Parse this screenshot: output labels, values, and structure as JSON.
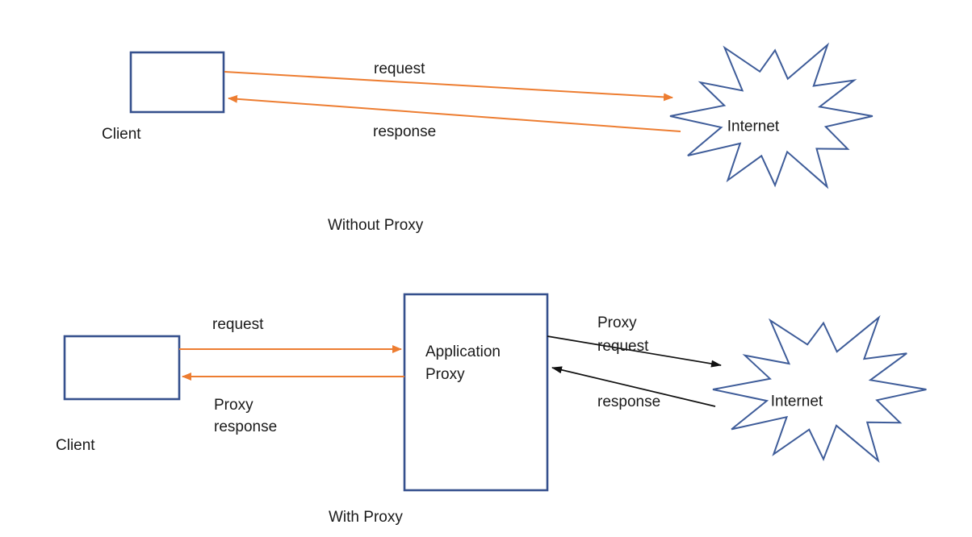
{
  "colors": {
    "arrow_orange": "#ED7D31",
    "arrow_black": "#111111",
    "box_outline_blue": "#35508D",
    "burst_outline_blue": "#3E5C99",
    "text": "#1A1A1A",
    "background": "#FFFFFF"
  },
  "without_proxy": {
    "caption": "Without Proxy",
    "client_label": "Client",
    "internet_label": "Internet",
    "request_arrow_label": "request",
    "response_arrow_label": "response"
  },
  "with_proxy": {
    "caption": "With Proxy",
    "client_label": "Client",
    "application_proxy_lines": [
      "Application",
      "Proxy"
    ],
    "internet_label": "Internet",
    "request_arrow_label": "request",
    "proxy_response_lines": [
      "Proxy",
      "response"
    ],
    "proxy_request_lines": [
      "Proxy",
      "request"
    ],
    "response_arrow_label": "response"
  }
}
